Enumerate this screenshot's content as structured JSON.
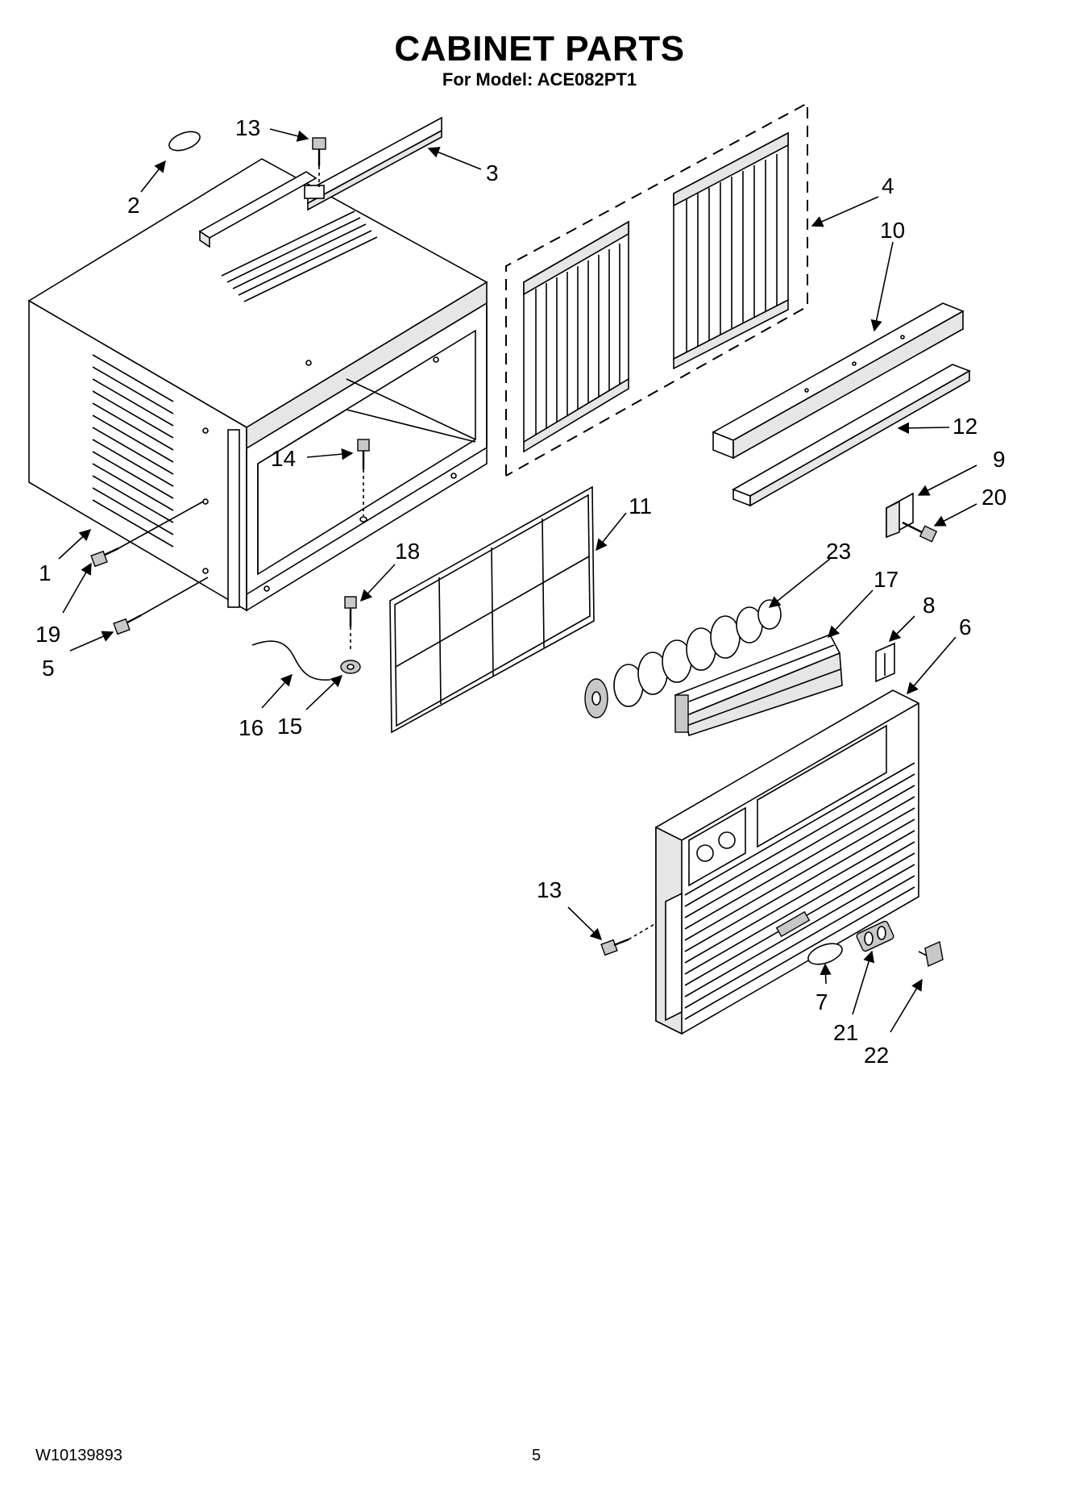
{
  "header": {
    "title": "CABINET PARTS",
    "subtitle": "For Model: ACE082PT1"
  },
  "footer": {
    "doc_number": "W10139893",
    "page_number": "5"
  },
  "callouts": [
    {
      "id": "c13a",
      "label": "13"
    },
    {
      "id": "c2",
      "label": "2"
    },
    {
      "id": "c3",
      "label": "3"
    },
    {
      "id": "c4",
      "label": "4"
    },
    {
      "id": "c10",
      "label": "10"
    },
    {
      "id": "c12",
      "label": "12"
    },
    {
      "id": "c9",
      "label": "9"
    },
    {
      "id": "c20",
      "label": "20"
    },
    {
      "id": "c14",
      "label": "14"
    },
    {
      "id": "c11",
      "label": "11"
    },
    {
      "id": "c1",
      "label": "1"
    },
    {
      "id": "c18",
      "label": "18"
    },
    {
      "id": "c23",
      "label": "23"
    },
    {
      "id": "c17",
      "label": "17"
    },
    {
      "id": "c8",
      "label": "8"
    },
    {
      "id": "c6",
      "label": "6"
    },
    {
      "id": "c19",
      "label": "19"
    },
    {
      "id": "c5",
      "label": "5"
    },
    {
      "id": "c16",
      "label": "16"
    },
    {
      "id": "c15",
      "label": "15"
    },
    {
      "id": "c13b",
      "label": "13"
    },
    {
      "id": "c7",
      "label": "7"
    },
    {
      "id": "c21",
      "label": "21"
    },
    {
      "id": "c22",
      "label": "22"
    }
  ]
}
